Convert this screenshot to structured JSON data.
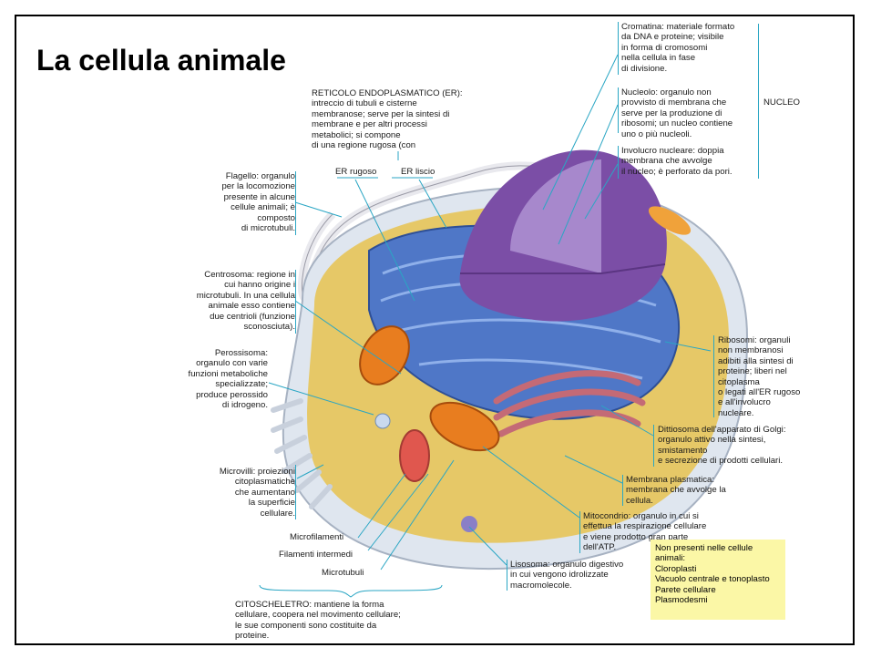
{
  "title": "La cellula animale",
  "labels": {
    "cromatina": "Cromatina: materiale formato\nda DNA e proteine; visibile\nin forma di cromosomi\nnella cellula in fase\ndi divisione.",
    "nucleolo": "Nucleolo: organulo non\nprovvisto di membrana che\nserve per la produzione di\nribosomi; un nucleo contiene\nuno o più nucleoli.",
    "nucleo": "NUCLEO",
    "involucro": "Involucro nucleare: doppia\nmembrana che avvolge\nil nucleo; è perforato da pori.",
    "reticolo": "RETICOLO ENDOPLASMATICO (ER):\nintreccio di tubuli e cisterne\nmembranose; serve per la sintesi di\nmembrane e per altri processi\nmetabolici; si compone\ndi una regione rugosa (con",
    "er_rugoso": "ER rugoso",
    "er_liscio": "ER liscio",
    "flagello": "Flagello: organulo\nper la locomozione\npresente in alcune\ncellule animali; è\ncomposto\ndi microtubuli.",
    "centrosoma": "Centrosoma: regione in\ncui hanno origine i\nmicrotubuli. In una cellula\nanimale esso contiene\ndue centrioli (funzione\nsconosciuta).",
    "perossisoma": "Perossisoma:\norganulo con varie\nfunzioni metaboliche\nspecializzate;\nproduce perossido\ndi idrogeno.",
    "microvilli": "Microvilli: proiezioni\ncitoplasmatiche\nche aumentano\nla superficie\ncellulare.",
    "microfilamenti": "Microfilamenti",
    "filamenti": "Filamenti intermedi",
    "microtubuli": "Microtubuli",
    "citoscheletro": "CITOSCHELETRO: mantiene la forma\ncellulare, coopera nel movimento cellulare;\nle sue componenti sono costituite da\nproteine.",
    "ribosomi": "Ribosomi: organuli\nnon membranosi\nadibiti alla sintesi di\nproteine; liberi nel\ncitoplasma\no legati all'ER rugoso\ne all'involucro\nnucleare.",
    "golgi": "Dittiosoma dell'apparato di Golgi:\norganulo attivo nella sintesi,\nsmistamento\ne secrezione di prodotti cellulari.",
    "membrana": "Membrana plasmatica:\nmembrana che avvolge la\ncellula.",
    "mitocondrio": "Mitocondrio: organulo in cui si\neffettua la respirazione cellulare\ne viene prodotto gran parte\ndell'ATP.",
    "lisosoma": "Lisosoma: organulo digestivo\nin cui vengono idrolizzate\nmacromolecole.",
    "non_presenti": "Non presenti nelle cellule\nanimali:\nCloroplasti\nVacuolo centrale e tonoplasto\nParete cellulare\nPlasmodesmi"
  },
  "colors": {
    "leader": "#2aa6c4",
    "note_bg": "#fbf7a6"
  }
}
